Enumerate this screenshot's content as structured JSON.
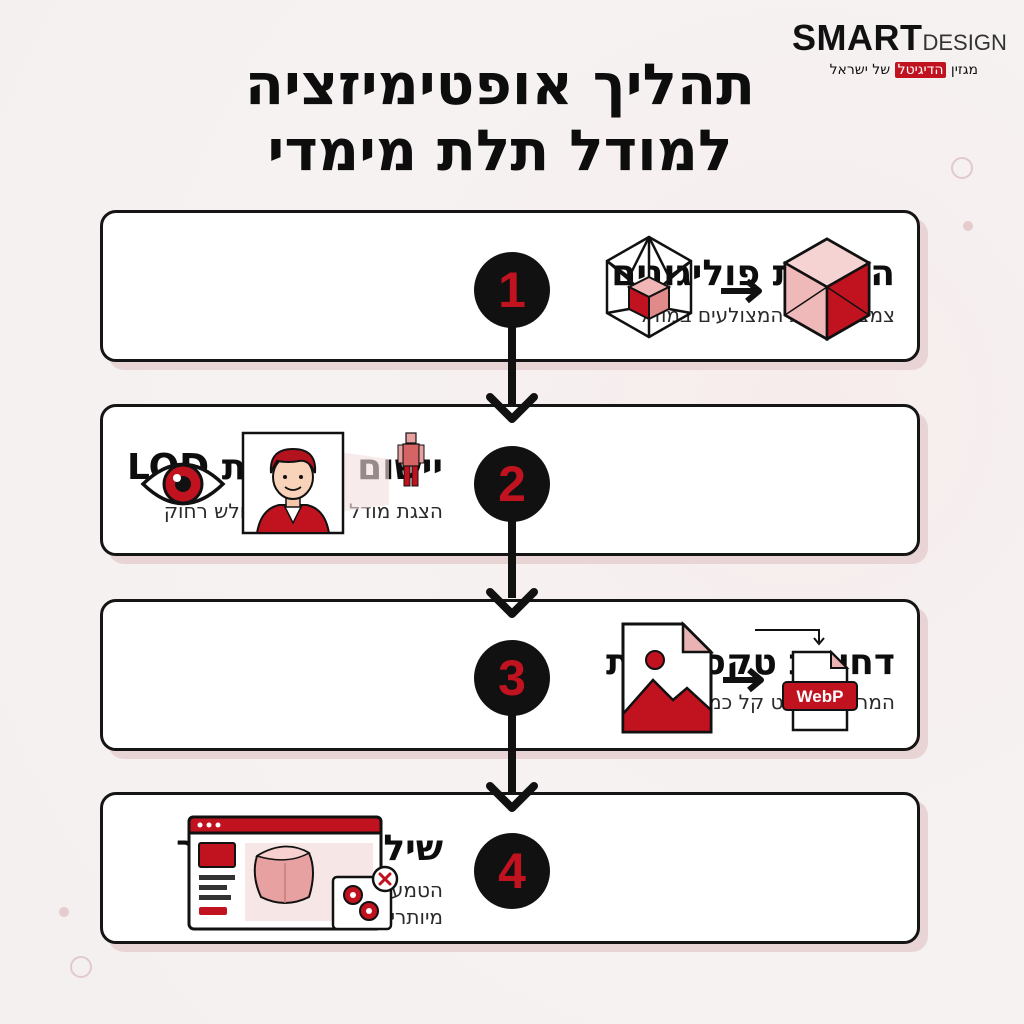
{
  "logo": {
    "brand_bold": "SMART",
    "brand_light": "DESIGN",
    "tagline_start": "מגזין",
    "tagline_highlight": "הדיגיטל",
    "tagline_end": "של ישראל"
  },
  "title": {
    "line1": "תהליך אופטימיזציה",
    "line2": "למודל תלת מימדי"
  },
  "steps": [
    {
      "number": "1",
      "title": "הפחתת פוליגונים",
      "description": "צמצום כמות המצולעים במודל",
      "icon": "polygon-reduction-icon"
    },
    {
      "number": "2",
      "title": "יישום טכניקת LOD",
      "description": "הצגת מודל פשוט כשהגולש רחוק",
      "icon": "eye-distance-icon"
    },
    {
      "number": "3",
      "title": "דחיסת טקסטורות",
      "description": "המרה לפורמט קל כמו WebP",
      "icon": "image-to-webp-icon",
      "badge": "WebP"
    },
    {
      "number": "4",
      "title": "שילוב נקי באתר",
      "description": "הטמעה חכמה ללא תוספים מיותרים",
      "icon": "browser-cube-icon"
    }
  ],
  "colors": {
    "accent": "#c1121f",
    "dark": "#111111",
    "card": "#ffffff",
    "shadow": "#e8d4d4"
  }
}
